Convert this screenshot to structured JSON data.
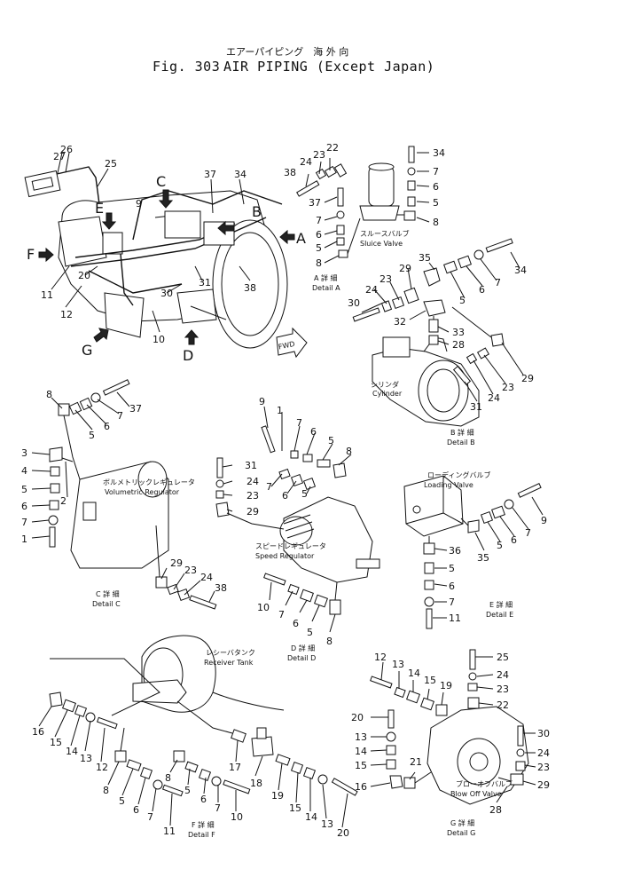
{
  "header": {
    "title_jp": "エアーパイピング　海 外 向",
    "fig_label": "Fig. 303",
    "title_en": "AIR PIPING (Except Japan)"
  },
  "views": {
    "A": "A",
    "B": "B",
    "C": "C",
    "D": "D",
    "E": "E",
    "F": "F",
    "G": "G",
    "fwd": "FWD"
  },
  "labels": {
    "sluice_jp": "スルースバルブ",
    "sluice_en": "Sluice Valve",
    "cylinder_jp": "シリンダ",
    "cylinder_en": "Cylinder",
    "volumetric_jp": "ボルメトリックレギュレータ",
    "volumetric_en": "Volumetric Regulator",
    "speed_jp": "スピードレギュレータ",
    "speed_en": "Speed Regulator",
    "loading_jp": "ローディングバルブ",
    "loading_en": "Loading Valve",
    "receiver_jp": "レシーバタンク",
    "receiver_en": "Receiver Tank",
    "blowoff_jp": "ブローオフバルブ",
    "blowoff_en": "Blow Off Valve"
  },
  "details": {
    "A": {
      "jp": "A 詳 細",
      "en": "Detail A"
    },
    "B": {
      "jp": "B 詳 細",
      "en": "Detail B"
    },
    "C": {
      "jp": "C 詳 細",
      "en": "Detail C"
    },
    "D": {
      "jp": "D 詳 細",
      "en": "Detail D"
    },
    "E": {
      "jp": "E 詳 細",
      "en": "Detail E"
    },
    "F": {
      "jp": "F 詳 細",
      "en": "Detail F"
    },
    "G": {
      "jp": "G 詳 細",
      "en": "Detail G"
    }
  },
  "callouts": {
    "main": [
      "27",
      "26",
      "25",
      "9",
      "37",
      "34",
      "11",
      "20",
      "12",
      "10",
      "30",
      "31",
      "38"
    ],
    "detail_a": [
      "38",
      "24",
      "23",
      "22",
      "37",
      "7",
      "6",
      "5",
      "8",
      "34",
      "7",
      "6",
      "5",
      "8"
    ],
    "detail_b": [
      "35",
      "34",
      "7",
      "6",
      "5",
      "29",
      "23",
      "24",
      "30",
      "32",
      "33",
      "28",
      "31",
      "24",
      "23",
      "29"
    ],
    "detail_c": [
      "8",
      "5",
      "6",
      "7",
      "37",
      "3",
      "4",
      "5",
      "6",
      "7",
      "1",
      "2",
      "29",
      "23",
      "24",
      "38"
    ],
    "detail_d": [
      "9",
      "1",
      "7",
      "6",
      "5",
      "8",
      "31",
      "24",
      "23",
      "29",
      "7",
      "6",
      "5",
      "10",
      "7",
      "6",
      "5",
      "8"
    ],
    "detail_e": [
      "9",
      "7",
      "6",
      "5",
      "35",
      "36",
      "5",
      "6",
      "7",
      "11"
    ],
    "detail_f": [
      "16",
      "15",
      "14",
      "13",
      "12",
      "8",
      "5",
      "6",
      "7",
      "11",
      "8",
      "5",
      "6",
      "7",
      "10",
      "17",
      "18",
      "19",
      "15",
      "14",
      "13",
      "20"
    ],
    "detail_g": [
      "12",
      "13",
      "14",
      "15",
      "19",
      "20",
      "13",
      "14",
      "15",
      "16",
      "21",
      "25",
      "24",
      "23",
      "22",
      "30",
      "24",
      "23",
      "29",
      "28"
    ]
  }
}
